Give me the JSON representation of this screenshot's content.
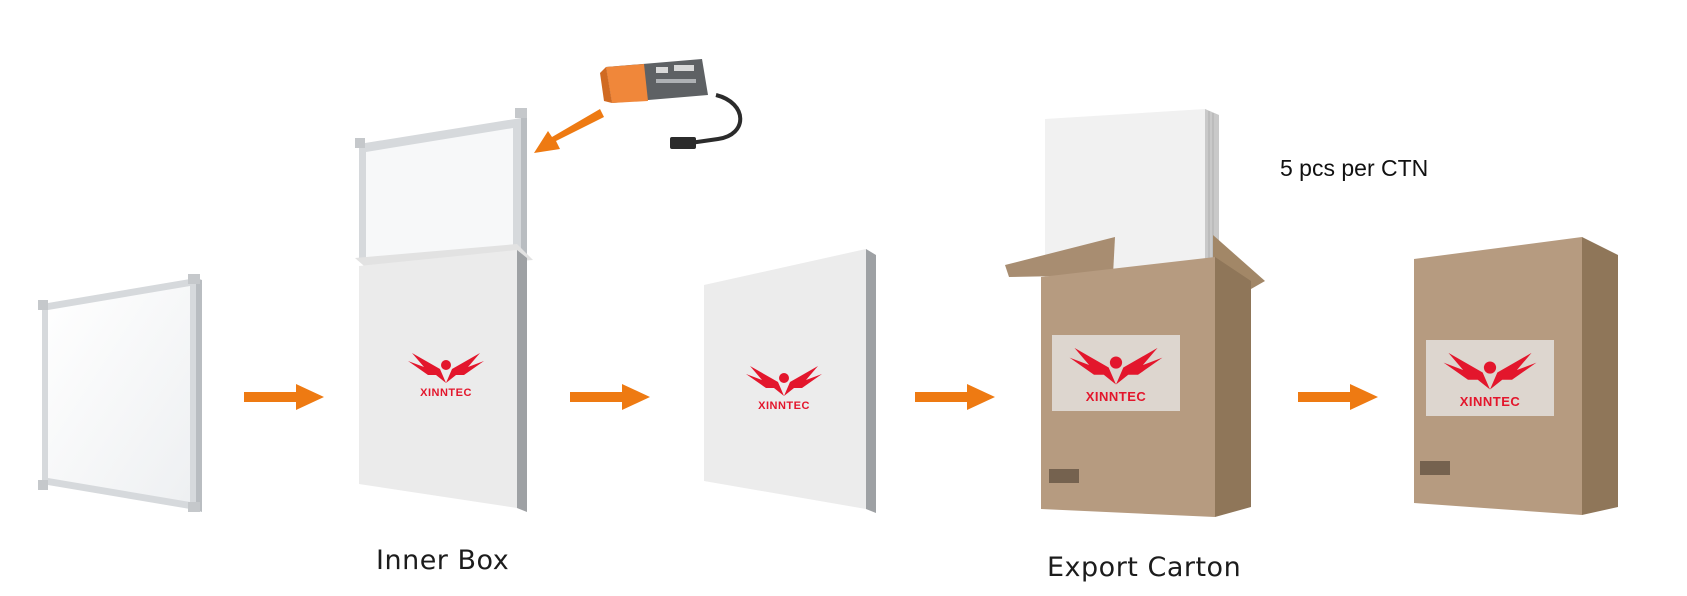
{
  "labels": {
    "inner_box": "Inner Box",
    "export_carton": "Export Carton",
    "quantity_note": "5 pcs per CTN"
  },
  "logo": {
    "brand_text": "XINNTEC",
    "brand_color": "#e3162c"
  },
  "colors": {
    "arrow": "#ee7a12",
    "driver_orange": "#f0873a",
    "panel_frame": "#d9dcdf",
    "panel_face": "#f3f4f5",
    "box_white": "#ebebeb",
    "carton_brown": "#b69b80"
  },
  "icons": [
    "led-panel-icon",
    "led-driver-icon",
    "arrow-right-icon",
    "inner-box-icon",
    "export-carton-icon"
  ]
}
